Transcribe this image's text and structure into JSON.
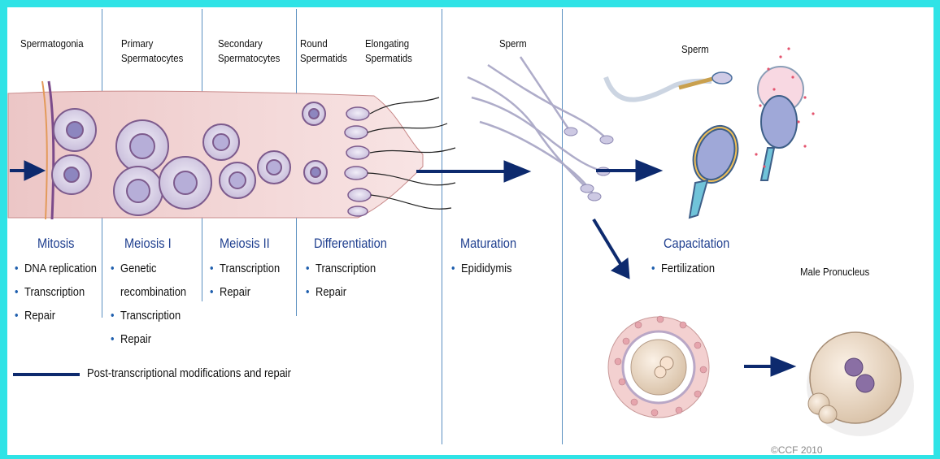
{
  "top_labels": {
    "spermatogonia": "Spermatogonia",
    "primary_1": "Primary",
    "primary_2": "Spermatocytes",
    "secondary_1": "Secondary",
    "secondary_2": "Spermatocytes",
    "round_1": "Round",
    "round_2": "Spermatids",
    "elongating_1": "Elongating",
    "elongating_2": "Spermatids",
    "sperm_mid": "Sperm",
    "sperm_right": "Sperm",
    "male_pronucleus": "Male Pronucleus"
  },
  "stages": [
    {
      "title": "Mitosis",
      "items": [
        "DNA replication",
        "Transcription",
        "Repair"
      ]
    },
    {
      "title": "Meiosis I",
      "items": [
        "Genetic",
        "recombination",
        "Transcription",
        "Repair"
      ]
    },
    {
      "title": "Meiosis II",
      "items": [
        "Transcription",
        "Repair"
      ]
    },
    {
      "title": "Differentiation",
      "items": [
        "Transcription",
        "Repair"
      ]
    },
    {
      "title": "Maturation",
      "items": [
        "Epididymis"
      ]
    },
    {
      "title": "Capacitation",
      "items": [
        "Fertilization"
      ]
    }
  ],
  "legend": {
    "text": "Post-transcriptional modifications and repair"
  },
  "copyright": "©CCF 2010",
  "colors": {
    "border": "#2fe3e6",
    "arrow": "#0d2a6e",
    "stage_title": "#1f3f8f",
    "divider": "#5a8fc0",
    "tissue": "#f4d9d9"
  }
}
